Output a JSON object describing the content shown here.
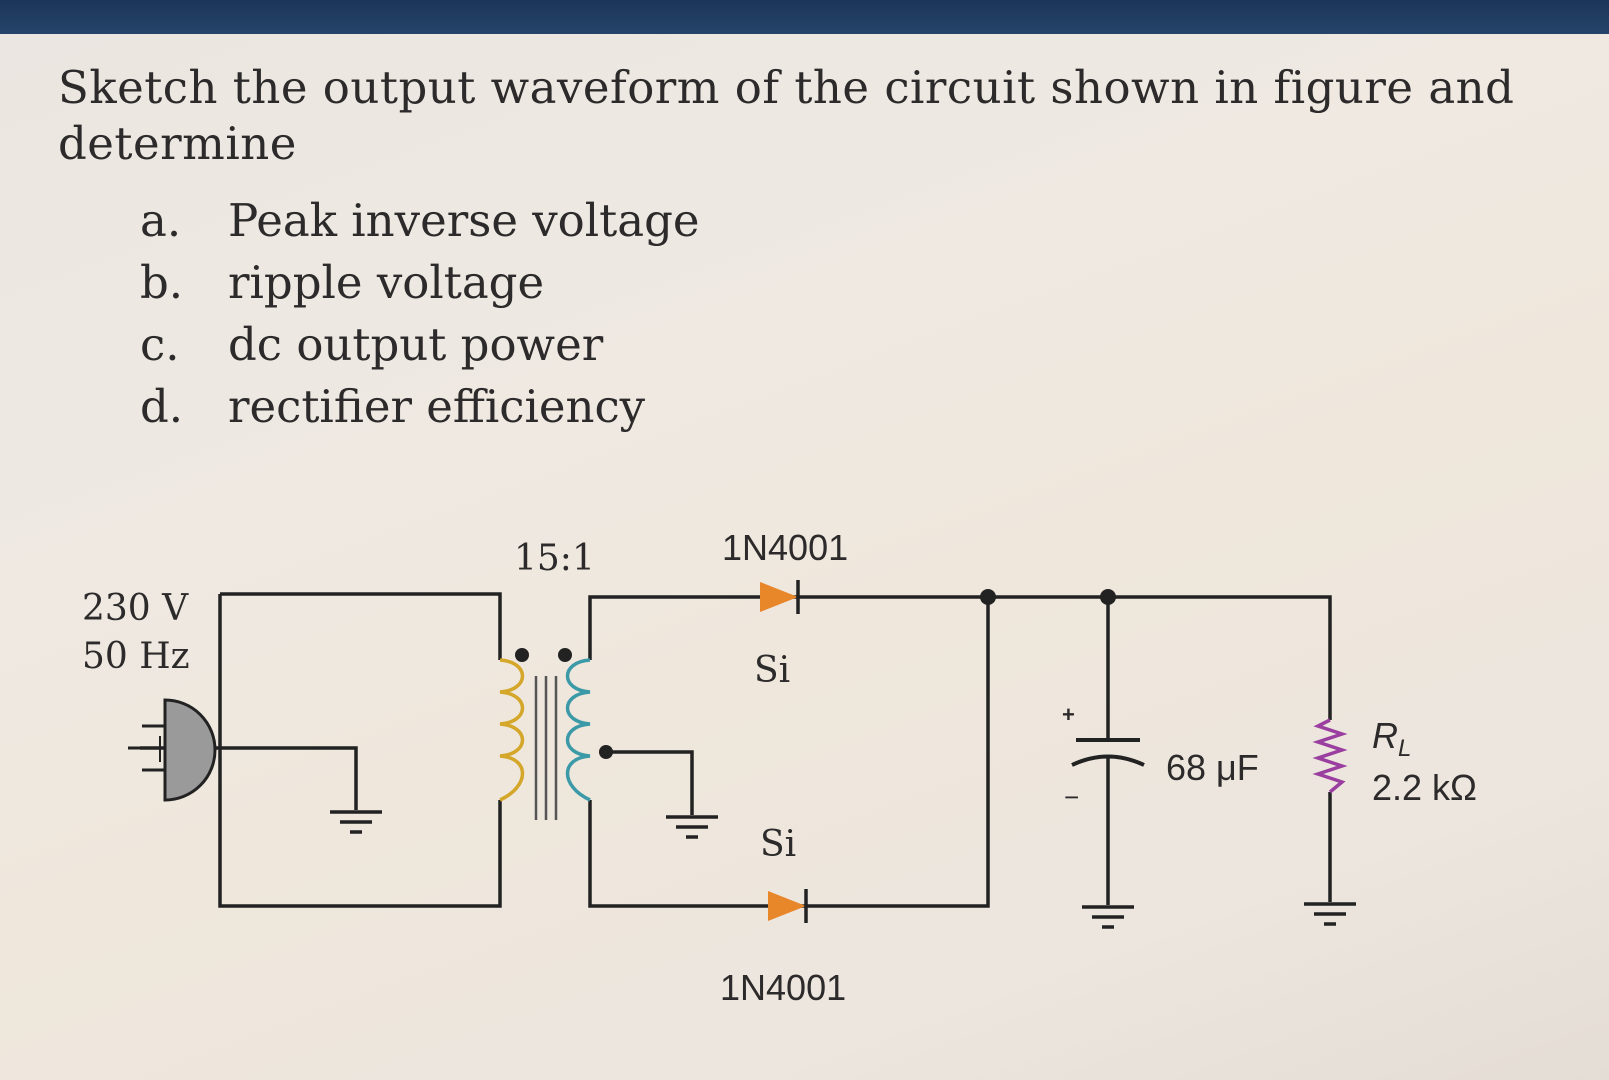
{
  "question": {
    "prompt": "Sketch the output waveform of the circuit shown in figure and determine",
    "items": [
      {
        "letter": "a.",
        "text": "Peak inverse voltage"
      },
      {
        "letter": "b.",
        "text": "ripple voltage"
      },
      {
        "letter": "c.",
        "text": "dc output power"
      },
      {
        "letter": "d.",
        "text": "rectifier efficiency"
      }
    ]
  },
  "circuit": {
    "source_voltage": "230 V",
    "source_frequency": "50 Hz",
    "turns_ratio": "15:1",
    "diode_top_part": "1N4001",
    "diode_top_material": "Si",
    "diode_bottom_material": "Si",
    "diode_bottom_part": "1N4001",
    "capacitor_plus": "+",
    "capacitor_minus": "−",
    "capacitor_value": "68 μF",
    "resistor_symbol": "R",
    "resistor_subscript": "L",
    "resistor_value": "2.2 kΩ",
    "colors": {
      "wire": "#222222",
      "diode": "#e8862a",
      "coil_primary": "#d4a62a",
      "coil_secondary": "#3c9aa8",
      "resistor": "#9a3fa0"
    }
  }
}
